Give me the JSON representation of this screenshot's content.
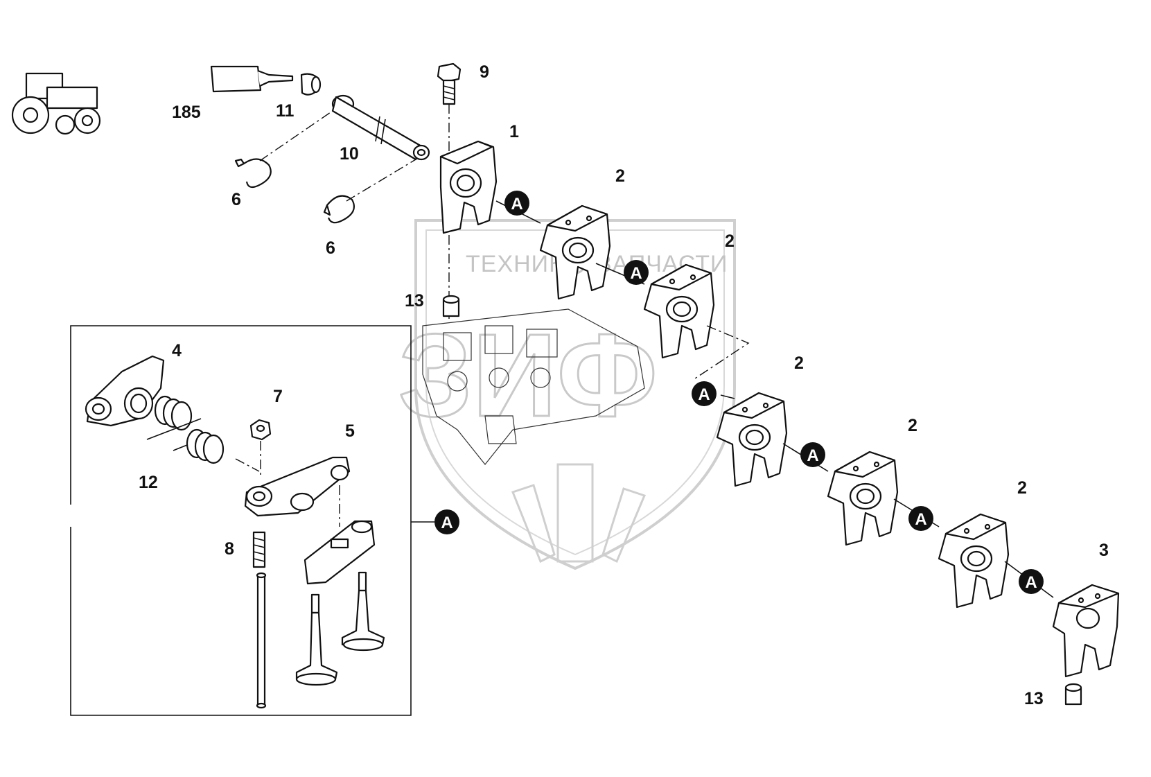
{
  "watermark": {
    "line_left": "ТЕХНИКА",
    "line_right": "ЗАПЧАСТИ",
    "big": "ЗИФ"
  },
  "callouts": {
    "c185": "185",
    "c11": "11",
    "c10": "10",
    "c6a": "6",
    "c6b": "6",
    "c9": "9",
    "c1": "1",
    "c2a": "2",
    "c2b": "2",
    "c2c": "2",
    "c2d": "2",
    "c2e": "2",
    "c3": "3",
    "c13a": "13",
    "c13b": "13",
    "c4": "4",
    "c7": "7",
    "c5": "5",
    "c12": "12",
    "c8": "8"
  },
  "marker_label": "A",
  "icons": {
    "tractor": "tractor-icon",
    "sealant": "sealant-tube-icon"
  }
}
